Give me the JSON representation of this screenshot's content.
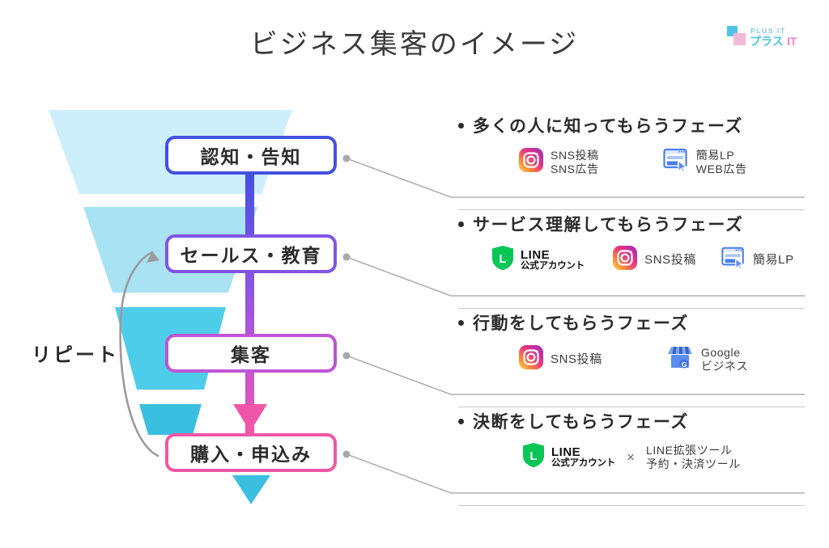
{
  "header": {
    "title": "ビジネス集客のイメージ",
    "logo": {
      "name": "plus-it-logo",
      "line1": "PLUS IT",
      "line2": "プラスIT",
      "line2_suffix": "IT",
      "color_blue": "#4fc3e8",
      "color_pink": "#f4b8d8"
    }
  },
  "funnel": {
    "repeat_label": "リピート",
    "colors": {
      "seg1": "#cdeefb",
      "seg2": "#a8e2f3",
      "seg3": "#4ecdea",
      "seg4": "#3ec6e6",
      "tip": "#3bbfe0",
      "connector_arrow": "#9b9b9b"
    },
    "stages": [
      {
        "label": "認知・告知",
        "border_color": "#4450e0"
      },
      {
        "label": "セールス・教育",
        "border_color": "#8055e8"
      },
      {
        "label": "集客",
        "border_color": "#bf55d6"
      },
      {
        "label": "購入・申込み",
        "border_color": "#f256a8"
      }
    ]
  },
  "phases": [
    {
      "heading": "多くの人に知ってもらうフェーズ",
      "tools": [
        {
          "icon": "instagram-icon",
          "label": "SNS投稿\nSNS広告"
        },
        {
          "icon": "browser-lp-icon",
          "label": "簡易LP\nWEB広告"
        }
      ]
    },
    {
      "heading": "サービス理解してもらうフェーズ",
      "tools": [
        {
          "icon": "line-official-icon",
          "label": "LINE",
          "sublabel": "公式アカウント"
        },
        {
          "icon": "instagram-icon",
          "label": "SNS投稿"
        },
        {
          "icon": "browser-lp-icon",
          "label": "簡易LP"
        }
      ]
    },
    {
      "heading": "行動をしてもらうフェーズ",
      "tools": [
        {
          "icon": "instagram-icon",
          "label": "SNS投稿"
        },
        {
          "icon": "google-business-icon",
          "label": "Google\nビジネス"
        }
      ]
    },
    {
      "heading": "決断をしてもらうフェーズ",
      "tools": [
        {
          "icon": "line-official-icon",
          "label": "LINE",
          "sublabel": "公式アカウント"
        },
        {
          "icon": "times-icon",
          "label": "×"
        },
        {
          "icon": "text-only",
          "label": "LINE拡張ツール\n予約・決済ツール"
        }
      ]
    }
  ]
}
